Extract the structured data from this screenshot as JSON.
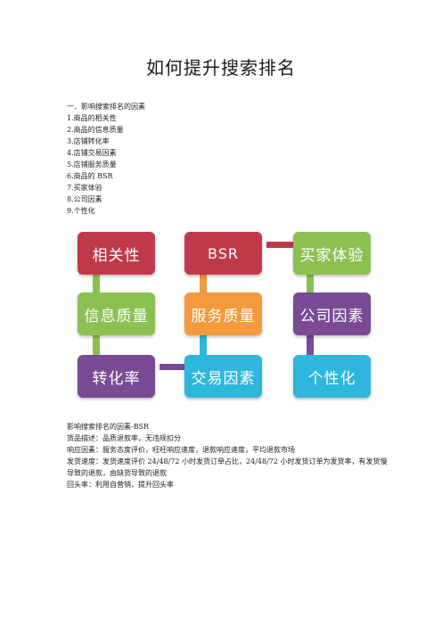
{
  "title": "如何提升搜索排名",
  "list": {
    "heading": "一．影响搜索排名的因素",
    "items": [
      "1.商品的相关性",
      "2.商品的信息质量",
      "3.店铺转化率",
      "4.店铺交易因素",
      "5.店铺服务质量",
      "6.商品的 BSR",
      "7.买家体验",
      "8.公司因素",
      "9.个性化"
    ]
  },
  "diagram": {
    "boxes": {
      "relevance": "相关性",
      "bsr": "BSR",
      "buyer_experience": "买家体验",
      "info_quality": "信息质量",
      "service_quality": "服务质量",
      "company_factor": "公司因素",
      "conversion": "转化率",
      "transaction": "交易因素",
      "personalization": "个性化"
    },
    "colors": {
      "red": "#c0394b",
      "green": "#8cc152",
      "orange": "#f39a3c",
      "purple": "#7a4b94",
      "blue": "#2fb6dc"
    }
  },
  "desc": {
    "heading": "影响搜索排名的因素-BSR",
    "lines": [
      "货品描述：品质退款率，无违规扣分",
      "响应因素：服务态度评价，旺旺响应速度，退款响应速度，平均退款市场",
      "发货速度：发货速度评价 24/48/72 小时发货订单占比，24/48/72 小时发货订单为发货率，有发货慢导致的退款，由缺货导致的退款",
      "回头率：利用自营销，提升回头率"
    ]
  }
}
